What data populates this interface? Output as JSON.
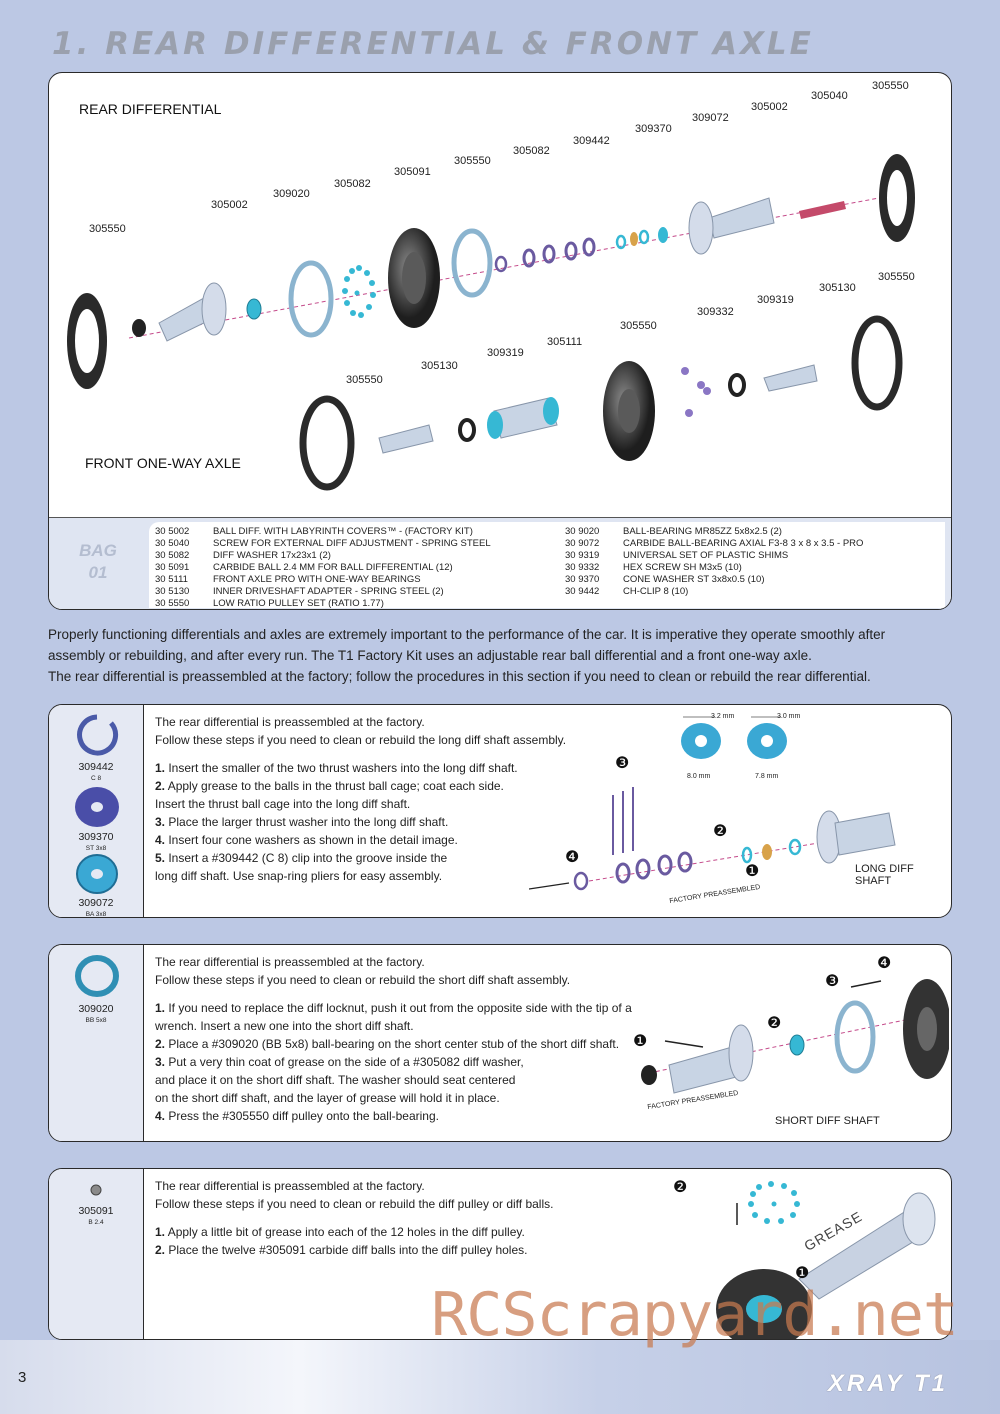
{
  "page": {
    "title": "1. REAR DIFFERENTIAL & FRONT AXLE",
    "page_number": "3",
    "brand": "XRAY T1",
    "watermark": "RCScrapyard.net"
  },
  "diagram": {
    "rear_label": "REAR DIFFERENTIAL",
    "front_label": "FRONT ONE-WAY AXLE",
    "rear_callouts": [
      "305550",
      "305002",
      "309020",
      "305082",
      "305091",
      "305550",
      "305082",
      "309442",
      "309370",
      "309072",
      "305002",
      "305040",
      "305550"
    ],
    "front_callouts": [
      "305550",
      "305130",
      "309319",
      "305111",
      "305550",
      "309332",
      "309319",
      "305130",
      "305550"
    ]
  },
  "bag": {
    "label_line1": "BAG",
    "label_line2": "01",
    "parts_left": [
      {
        "code": "30 5002",
        "desc": "BALL DIFF. WITH LABYRINTH COVERS™ - (FACTORY KIT)"
      },
      {
        "code": "30 5040",
        "desc": "SCREW FOR EXTERNAL DIFF ADJUSTMENT - SPRING STEEL"
      },
      {
        "code": "30 5082",
        "desc": "DIFF WASHER 17x23x1 (2)"
      },
      {
        "code": "30 5091",
        "desc": "CARBIDE BALL 2.4 MM FOR BALL DIFFERENTIAL (12)"
      },
      {
        "code": "30 5111",
        "desc": "FRONT AXLE PRO WITH ONE-WAY BEARINGS"
      },
      {
        "code": "30 5130",
        "desc": "INNER DRIVESHAFT ADAPTER - SPRING STEEL (2)"
      },
      {
        "code": "30 5550",
        "desc": "LOW RATIO PULLEY SET (RATIO 1.77)"
      }
    ],
    "parts_right": [
      {
        "code": "30 9020",
        "desc": "BALL-BEARING MR85ZZ 5x8x2.5 (2)"
      },
      {
        "code": "30 9072",
        "desc": "CARBIDE BALL-BEARING AXIAL F3-8 3 x 8 x 3.5 - PRO"
      },
      {
        "code": "30 9319",
        "desc": "UNIVERSAL SET OF PLASTIC SHIMS"
      },
      {
        "code": "30 9332",
        "desc": "HEX SCREW  SH M3x5 (10)"
      },
      {
        "code": "30 9370",
        "desc": "CONE WASHER ST 3x8x0.5 (10)"
      },
      {
        "code": "30 9442",
        "desc": "CH-CLIP 8 (10)"
      }
    ]
  },
  "intro": {
    "line1": "Properly functioning differentials and axles are extremely important to the performance of the car.  It is imperative they operate smoothly after",
    "line2": "assembly or rebuilding, and after every run. The T1 Factory Kit uses an adjustable rear ball differential and a front one-way axle.",
    "line3": "The rear differential is preassembled at the factory; follow the procedures in this section if you need to clean or rebuild the rear differential."
  },
  "step1": {
    "parts": [
      {
        "code": "309442",
        "sub": "C 8"
      },
      {
        "code": "309370",
        "sub": "ST 3x8"
      },
      {
        "code": "309072",
        "sub": "BA 3x8"
      }
    ],
    "head1": "The rear differential is preassembled at the factory.",
    "head2": "Follow these steps if you need to clean or rebuild the long diff shaft assembly.",
    "lines": [
      {
        "n": "1.",
        "t": " Insert the smaller of the two thrust washers into the long diff shaft."
      },
      {
        "n": "2.",
        "t": " Apply grease to the balls in the thrust ball cage; coat each side."
      },
      {
        "n": "",
        "t": "Insert the thrust ball cage into the long diff shaft."
      },
      {
        "n": "3.",
        "t": " Place the larger thrust washer into the long diff shaft."
      },
      {
        "n": "4.",
        "t": " Insert four cone washers as shown in the detail image."
      },
      {
        "n": "5.",
        "t": " Insert a #309442 (C 8) clip into the groove inside the"
      },
      {
        "n": "",
        "t": "long diff shaft. Use snap-ring pliers for easy assembly."
      }
    ],
    "dims": [
      "3.2 mm",
      "3.0 mm",
      "8.0 mm",
      "7.8 mm"
    ],
    "shaft_label": "LONG DIFF SHAFT",
    "preassembled": "FACTORY PREASSEMBLED",
    "markers": [
      "❸",
      "❷",
      "❹",
      "❶"
    ]
  },
  "step2": {
    "parts": [
      {
        "code": "309020",
        "sub": "BB 5x8"
      }
    ],
    "head1": "The rear differential is preassembled at the factory.",
    "head2": "Follow these steps if you need to clean or rebuild the short diff shaft assembly.",
    "lines": [
      {
        "n": "1.",
        "t": " If you need to replace the diff locknut, push it out from the opposite side with the tip of a"
      },
      {
        "n": "",
        "t": "wrench. Insert a new one into the short diff shaft."
      },
      {
        "n": "2.",
        "t": " Place a #309020 (BB 5x8) ball-bearing on the short center stub of the short diff shaft."
      },
      {
        "n": "3.",
        "t": " Put a very thin coat of grease on the side of a #305082 diff washer,"
      },
      {
        "n": "",
        "t": "and place it on the short diff shaft. The washer should seat centered"
      },
      {
        "n": "",
        "t": "on the short diff shaft, and the layer of grease will hold it in place."
      },
      {
        "n": "4.",
        "t": " Press the #305550 diff pulley onto the ball-bearing."
      }
    ],
    "shaft_label": "SHORT DIFF SHAFT",
    "preassembled": "FACTORY PREASSEMBLED",
    "markers": [
      "❸",
      "❹",
      "❷",
      "❶"
    ]
  },
  "step3": {
    "parts": [
      {
        "code": "305091",
        "sub": "B 2.4"
      }
    ],
    "head1": "The rear differential is preassembled at the factory.",
    "head2": "Follow these steps if you need to clean or rebuild the diff pulley or diff balls.",
    "lines": [
      {
        "n": "1.",
        "t": " Apply a little bit of grease into each of the 12 holes in the diff pulley."
      },
      {
        "n": "2.",
        "t": " Place the twelve #305091 carbide diff balls into the diff pulley holes."
      }
    ],
    "grease_label": "GREASE",
    "markers": [
      "❷",
      "❶"
    ]
  }
}
